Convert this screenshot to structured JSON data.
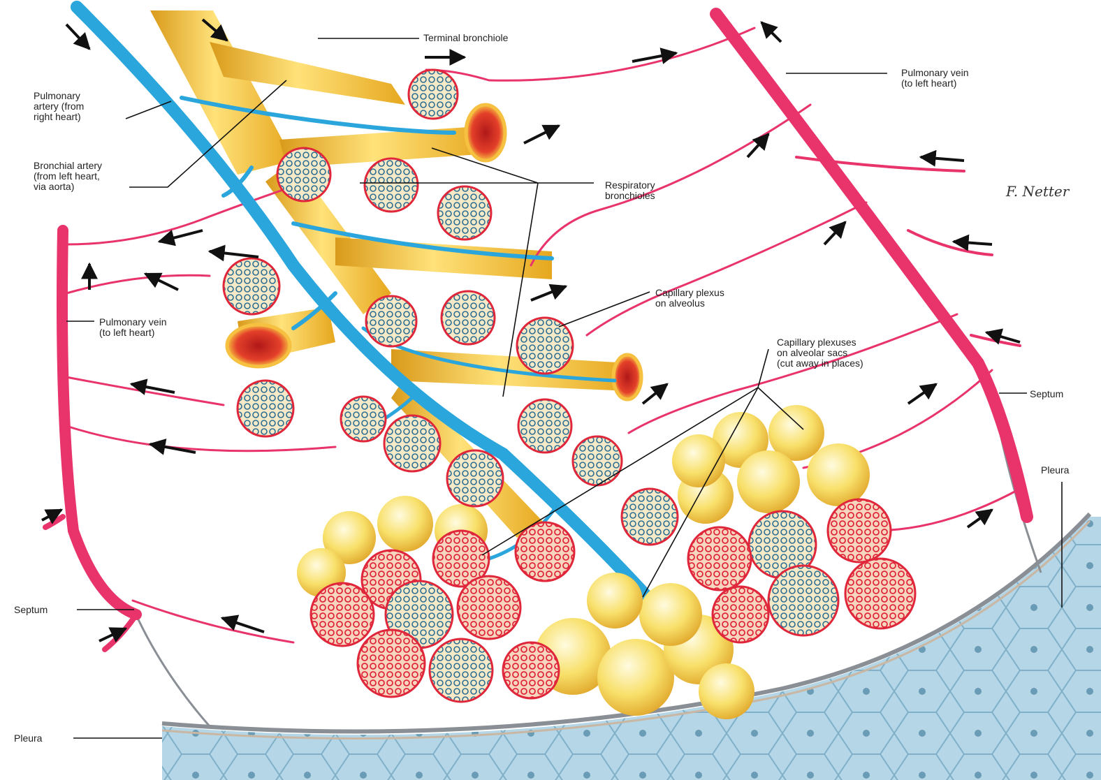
{
  "diagram": {
    "colors": {
      "pulmonary_artery": "#2aa6dc",
      "pulmonary_vein": "#e8336b",
      "bronchiole": "#f4c22e",
      "bronchiole_cut": "#e23a1e",
      "alveolus": "#f8e06a",
      "capillary_red": "#e0263a",
      "capillary_blue": "#2b6f93",
      "pleura_tissue": "#a9cfe0",
      "septum": "#8a8f95"
    },
    "labels": {
      "terminal_bronchiole": "Terminal bronchiole",
      "pulmonary_vein_right": "Pulmonary vein\n(to left heart)",
      "pulmonary_artery": "Pulmonary\nartery (from\nright heart)",
      "bronchial_artery": "Bronchial artery\n(from left heart,\nvia aorta)",
      "respiratory_bronchioles": "Respiratory\nbronchioles",
      "capillary_plexus_alveolus": "Capillary plexus\non alveolus",
      "pulmonary_vein_left": "Pulmonary vein\n(to left heart)",
      "capillary_plexuses_sacs": "Capillary plexuses\non alveolar sacs\n(cut away in places)",
      "septum_right": "Septum",
      "pleura_right": "Pleura",
      "septum_left": "Septum",
      "pleura_left": "Pleura"
    },
    "signature": "F. Netter"
  }
}
